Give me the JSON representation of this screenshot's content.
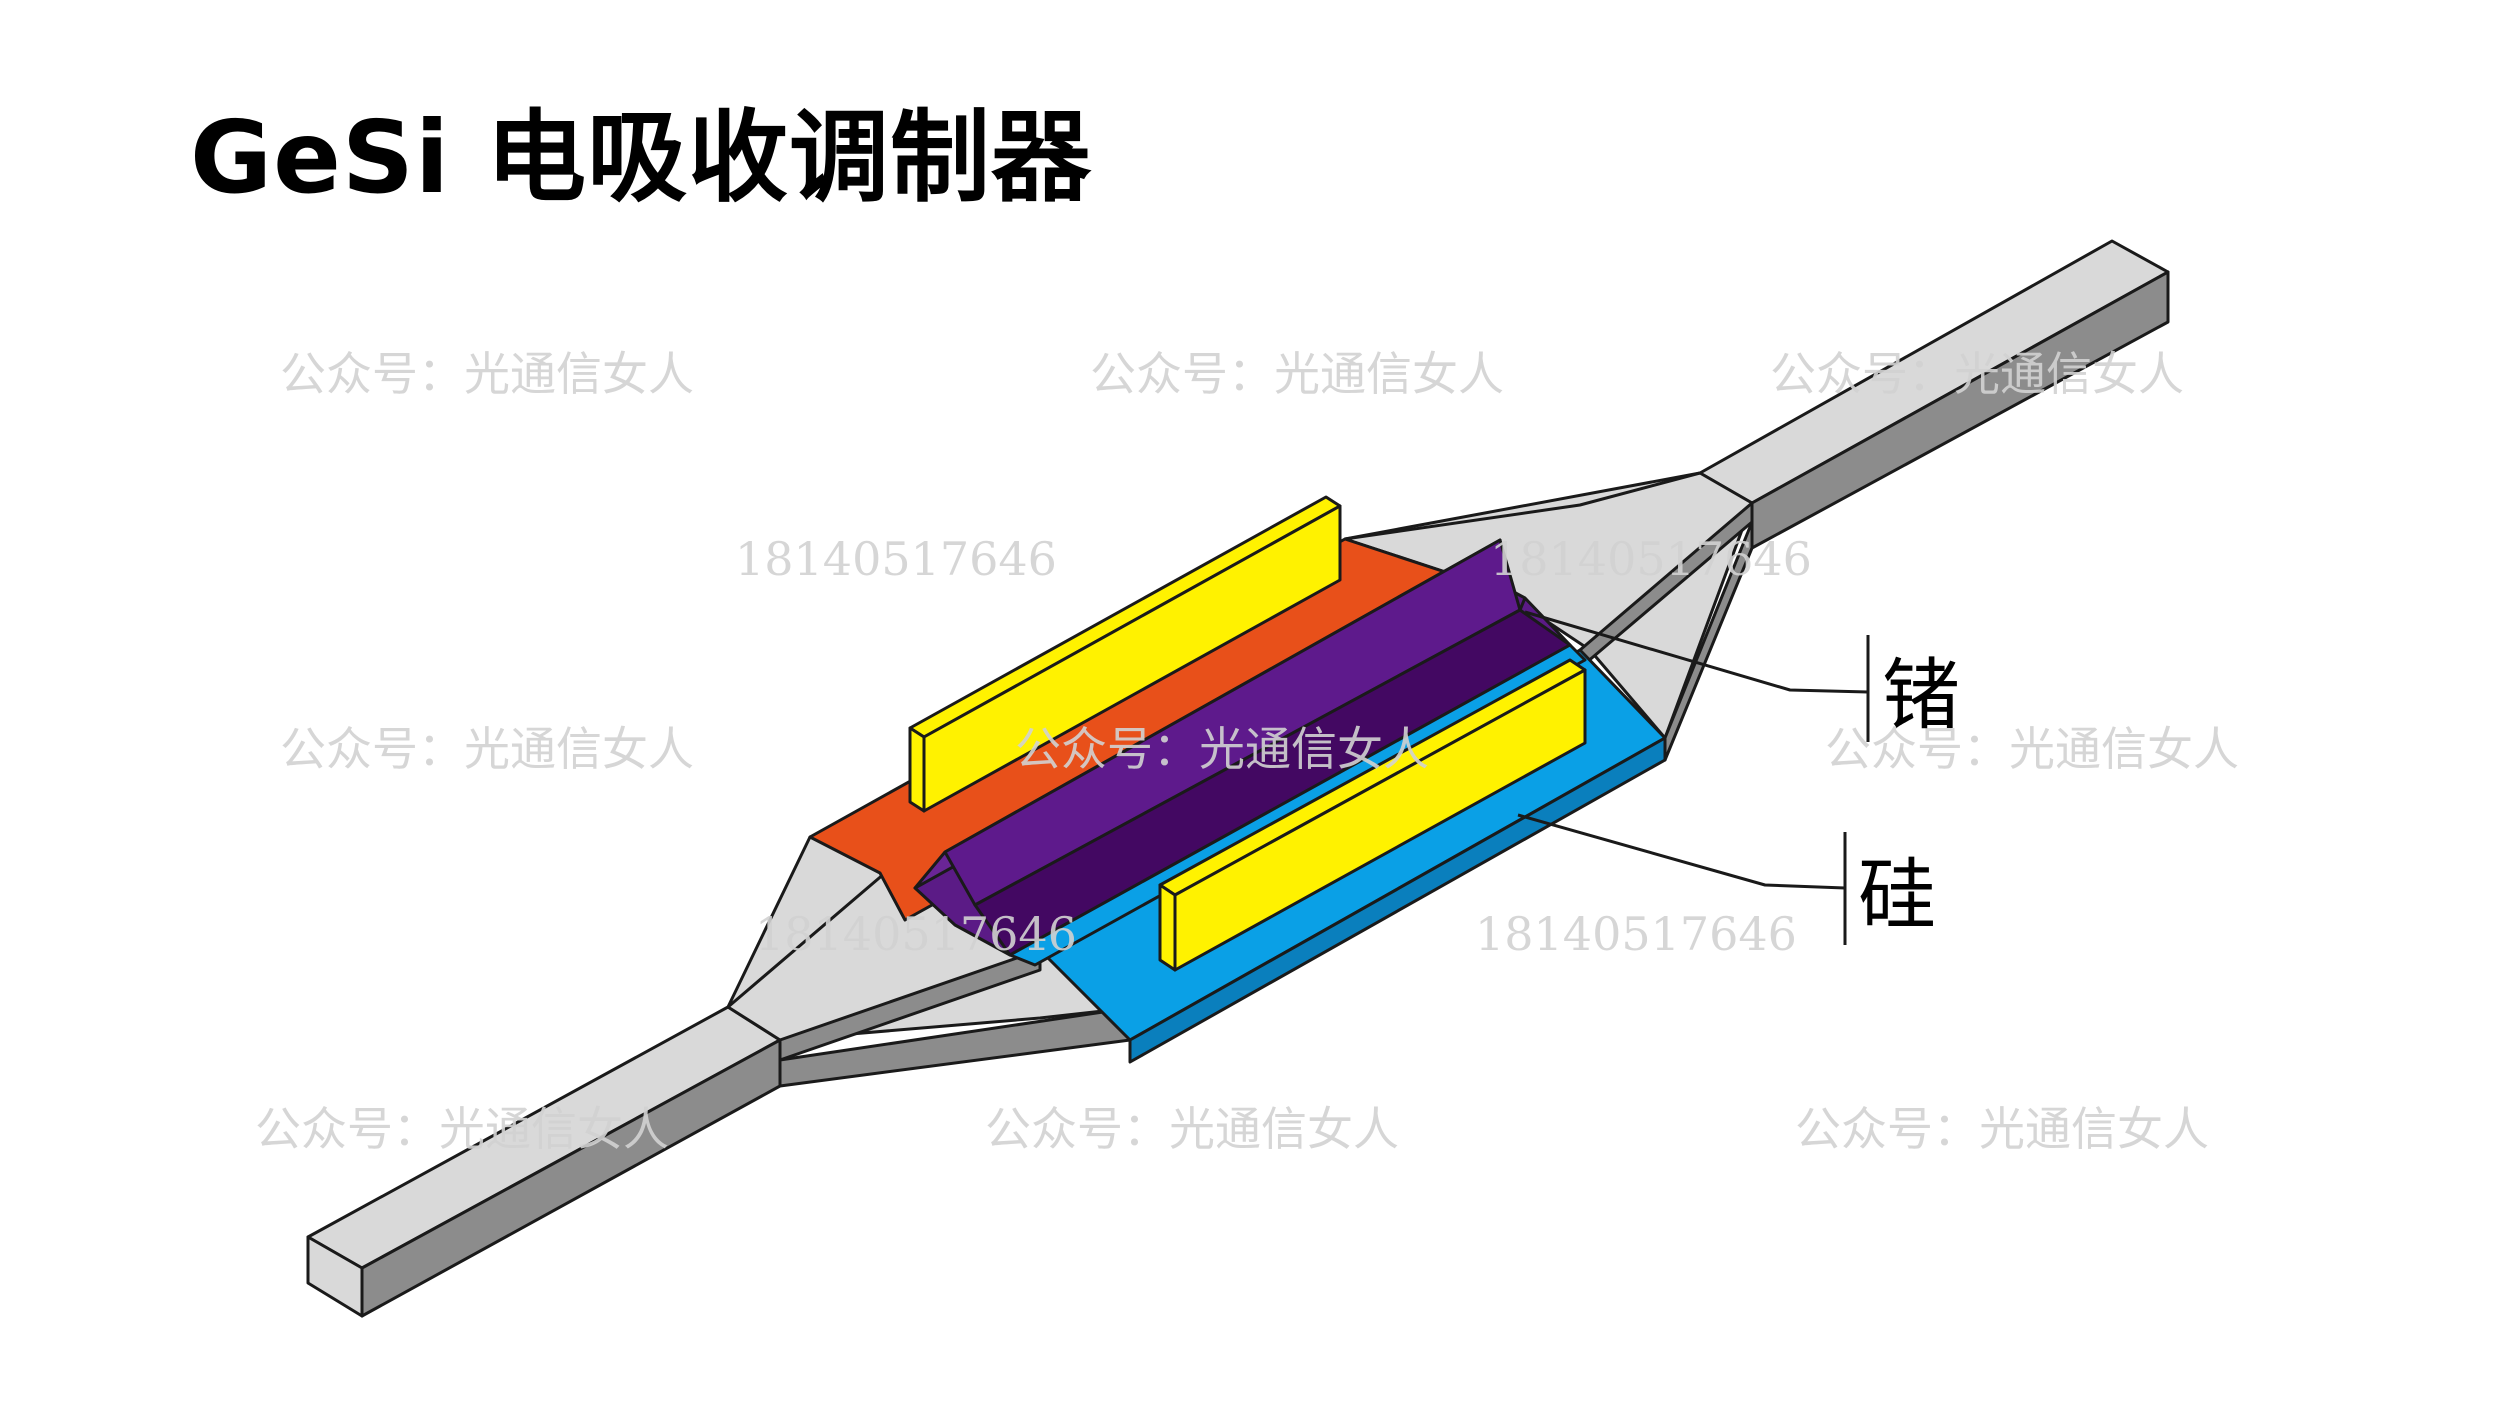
{
  "title": "GeSi 电吸收调制器",
  "labels": {
    "germanium": "锗",
    "silicon": "硅"
  },
  "watermark": {
    "text": "公众号：光通信女人",
    "phone": "18140517646"
  },
  "colors": {
    "background": "#ffffff",
    "waveguide_top": "#d9d9d9",
    "waveguide_side": "#8c8c8c",
    "germanium_top": "#5b1b86",
    "germanium_side": "#430862",
    "silicon_p_region": "#e8501a",
    "silicon_n_region": "#0aa0e6",
    "electrode": "#fff200",
    "watermark": "#d2d2d2",
    "outline": "#1a1a1a"
  }
}
